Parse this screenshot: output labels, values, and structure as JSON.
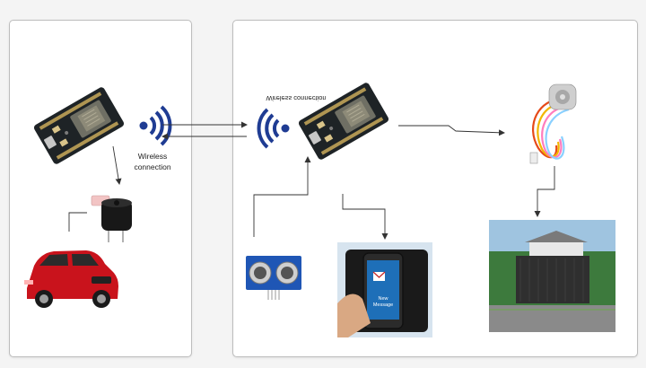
{
  "labels": {
    "wireless_left": [
      "Wireless",
      "connection"
    ],
    "wireless_right_mirrored": "Wireless connection"
  },
  "phone_screen": [
    "New",
    "Message"
  ],
  "icons": {
    "board_left": "esp8266-board-icon",
    "board_right": "esp8266-board-icon",
    "buzzer": "buzzer-icon",
    "car": "red-car-icon",
    "wifi_left": "wifi-signal-icon",
    "wifi_right": "wifi-signal-icon",
    "stepper_motor": "stepper-motor-icon",
    "ultrasonic": "ultrasonic-sensor-icon",
    "phone": "smartphone-message-icon",
    "gate": "driveway-gate-icon"
  },
  "colors": {
    "board": "#1e2326",
    "chip": "#6f6f64",
    "wifi": "#1f3c93",
    "car": "#c9131c",
    "sensor": "#1f56b5",
    "tablet": "#1a1a1a",
    "connector": "#333333"
  }
}
